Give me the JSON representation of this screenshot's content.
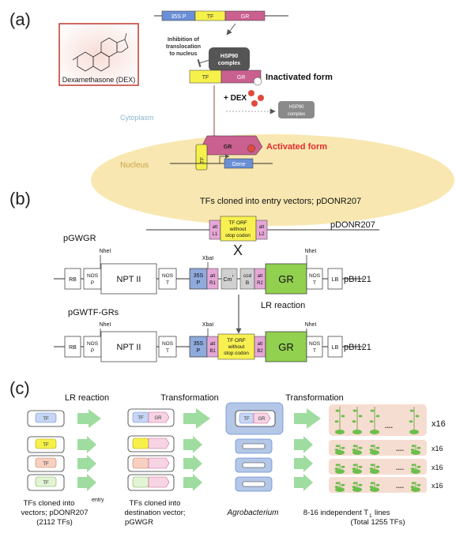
{
  "panel_a": {
    "label": "(a)",
    "dex_label": "Dexamethasone (DEX)",
    "construct": {
      "promoter": "35S P",
      "tf": "TF",
      "gr": "GR"
    },
    "inhibition": [
      "Inhibition of",
      "translocation",
      "to nucleus"
    ],
    "hsp90": [
      "HSP90",
      "complex"
    ],
    "inactivated": {
      "tf": "TF",
      "gr": "GR",
      "label": "Inactivated form"
    },
    "plus_dex": "+ DEX",
    "hsp90_released": [
      "HSP90",
      "complex"
    ],
    "cytoplasm": "Cytoplasm",
    "nucleus": "Nucleus",
    "activated": {
      "tf": "TF",
      "gr": "GR",
      "label": "Activated form"
    },
    "gene": "Gene",
    "colors": {
      "promoter": "#6b8fd6",
      "tf": "#f5f14a",
      "gr": "#c9608f",
      "nucleus": "#f8e7b0",
      "activated_text": "#e02c2c",
      "dex_dot": "#e04a3d",
      "frame": "#c0392b"
    }
  },
  "panel_b": {
    "label": "(b)",
    "entry_title": "TFs cloned into entry vectors; pDONR207",
    "entry_vector": "pDONR207",
    "att_l1": [
      "att",
      "L1"
    ],
    "tf_orf": [
      "TF ORF",
      "without",
      "stop codon"
    ],
    "att_l2": [
      "att",
      "L2"
    ],
    "pgwgr": "pGWGR",
    "cross": "X",
    "row1": {
      "nhel_left": "NheI",
      "xbal": "XbaI",
      "nhel_right": "NheI",
      "rb": "RB",
      "nos_p": [
        "NOS",
        "P"
      ],
      "npt": "NPT II",
      "nos_t": [
        "NOS",
        "T"
      ],
      "p35s": [
        "35S",
        "P"
      ],
      "att_r1": [
        "att",
        "R1"
      ],
      "cm": "Cm",
      "cm_sup": "r",
      "ccdb": [
        "ccd",
        "B"
      ],
      "att_r2": [
        "att",
        "R2"
      ],
      "gr": "GR",
      "nos_t2": [
        "NOS",
        "T"
      ],
      "lb": "LB",
      "backbone": "pBI121"
    },
    "lr_reaction": "LR reaction",
    "pgwtf": "pGWTF-GRs",
    "row2": {
      "nhel_left": "NheI",
      "xbal": "XbaI",
      "nhel_right": "NheI",
      "rb": "RB",
      "nos_p": [
        "NOS",
        "P"
      ],
      "npt": "NPT II",
      "nos_t": [
        "NOS",
        "T"
      ],
      "p35s": [
        "35S",
        "P"
      ],
      "att_b1": [
        "att",
        "B1"
      ],
      "tf_orf": [
        "TF ORF",
        "without",
        "stop codon"
      ],
      "att_b2": [
        "att",
        "B2"
      ],
      "gr": "GR",
      "nos_t2": [
        "NOS",
        "T"
      ],
      "lb": "LB",
      "backbone": "pBI121"
    },
    "colors": {
      "promoter": "#8faadc",
      "att": "#e6a7d6",
      "tf": "#f8f050",
      "gr": "#92d050",
      "grey": "#d0d0d0"
    }
  },
  "panel_c": {
    "label": "(c)",
    "step1": "LR reaction",
    "step2": "Transformation",
    "step3": "Transformation",
    "tf": "TF",
    "gr": "GR",
    "dots": "....",
    "counts": [
      "x16",
      "x16",
      "x16",
      "x16"
    ],
    "cap1": [
      "TFs cloned into",
      "vectors; pDONR207",
      "(2112 TFs)"
    ],
    "cap1_sup": "entry",
    "cap2": [
      "TFs cloned into",
      "destination vector;",
      "pGWGR"
    ],
    "cap3": "Agrobacterium",
    "cap4": [
      "8-16 independent  T",
      "lines",
      "(Total 1255 TFs)"
    ],
    "cap4_sub": "1",
    "colors": {
      "arrow": "#9fdca0",
      "agro": "#b4c7e7",
      "plants": "#f6ddd1",
      "leaf": "#6abf4b"
    }
  }
}
